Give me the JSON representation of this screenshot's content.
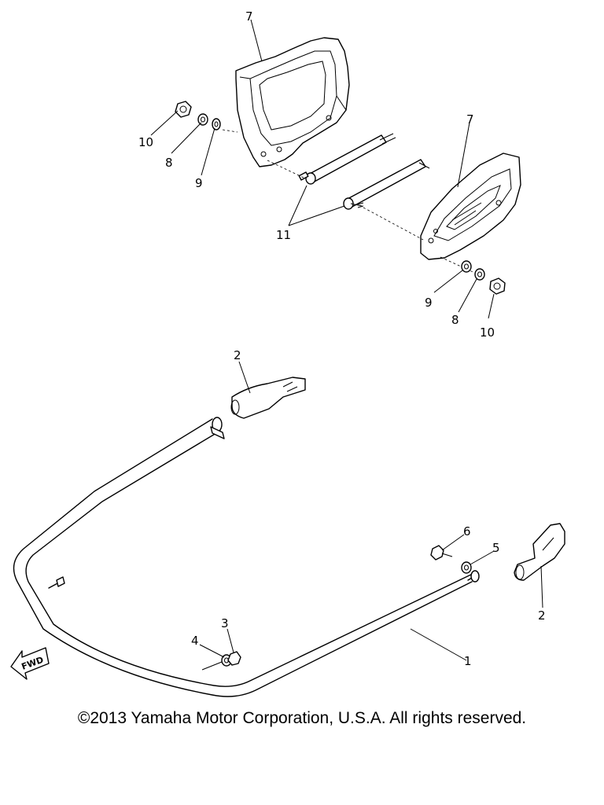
{
  "callouts": {
    "top_bracket": "7",
    "right_bracket": "7",
    "left_nut": "10",
    "left_washer_8": "8",
    "left_washer_9": "9",
    "rods": "11",
    "right_washer_9": "9",
    "right_washer_8": "8",
    "right_nut": "10",
    "upper_grip": "2",
    "right_grip": "2",
    "bolt_6": "6",
    "washer_5": "5",
    "washer_4": "4",
    "washer_3": "3",
    "frame_1": "1"
  },
  "fwd_label": "FWD",
  "copyright": "©2013 Yamaha Motor Corporation, U.S.A. All rights reserved."
}
